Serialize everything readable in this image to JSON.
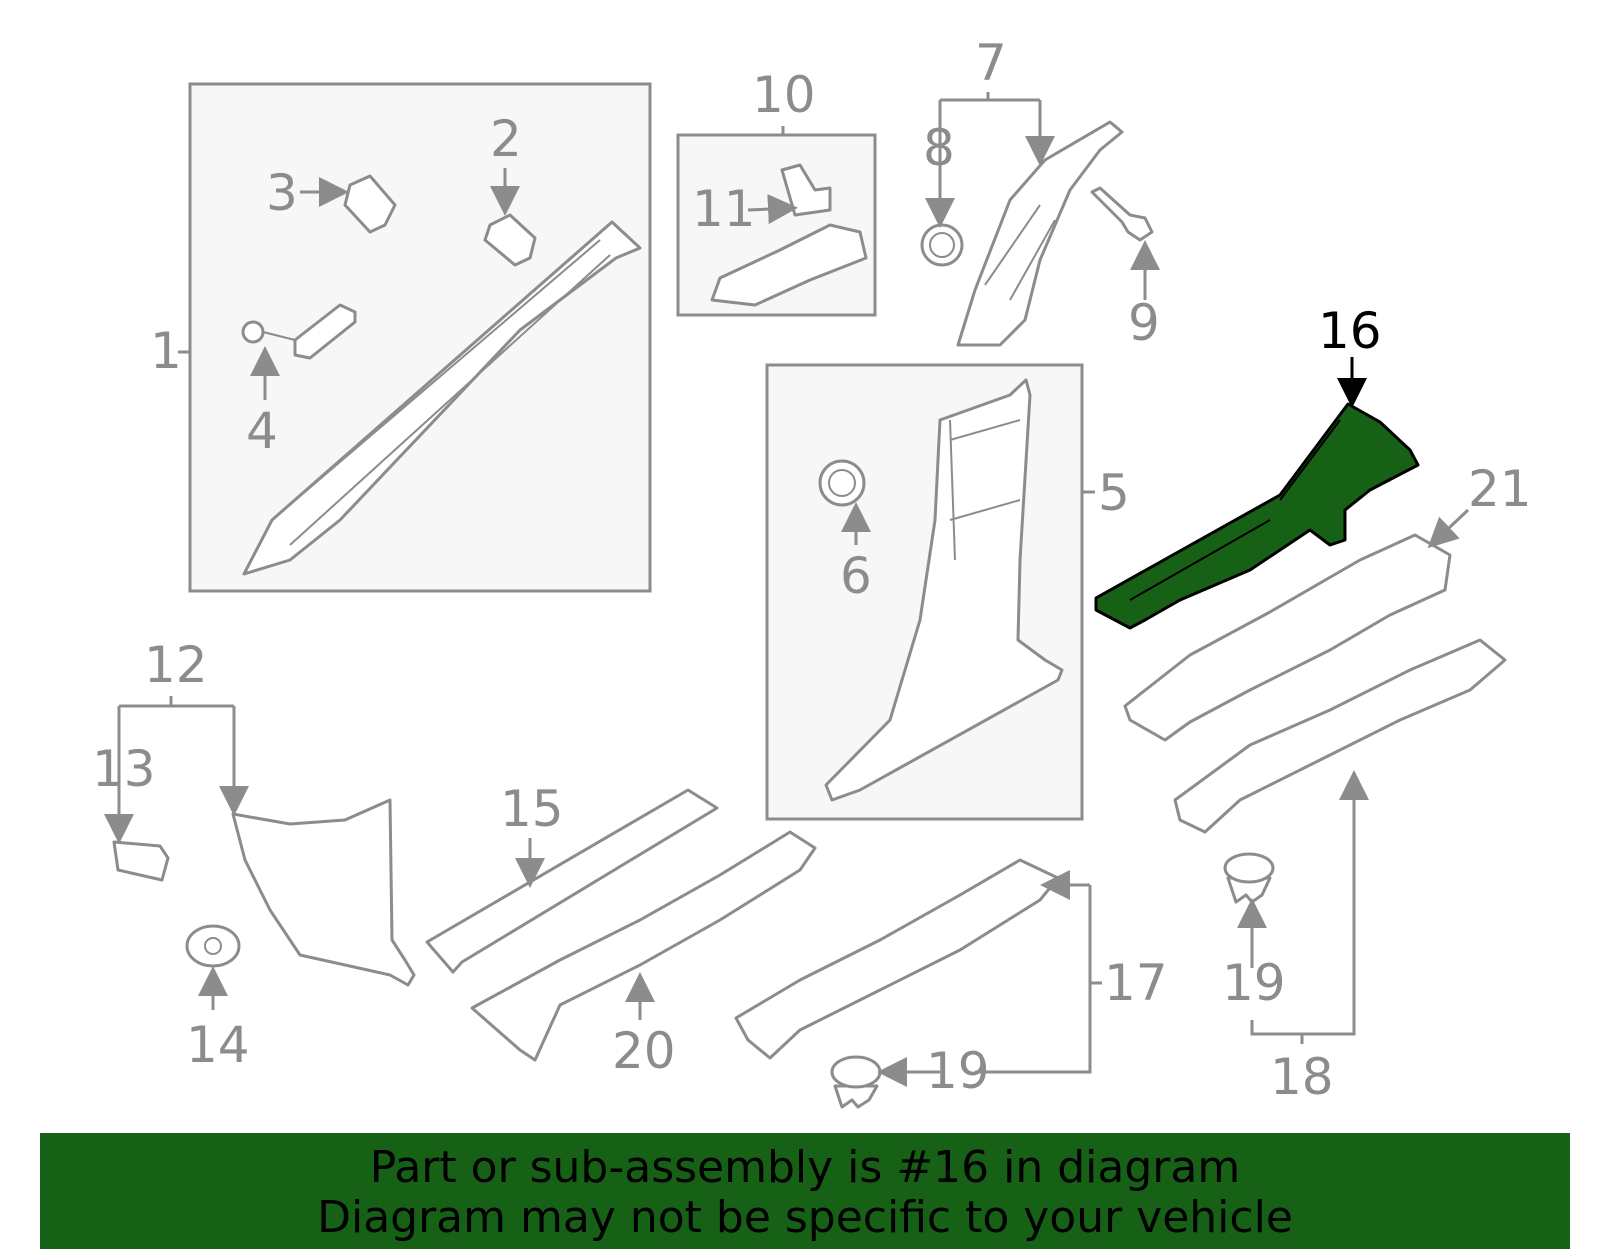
{
  "highlight": {
    "part": "16",
    "color": "#176117"
  },
  "callouts": {
    "c1": "1",
    "c2": "2",
    "c3": "3",
    "c4": "4",
    "c5": "5",
    "c6": "6",
    "c7": "7",
    "c8": "8",
    "c9": "9",
    "c10": "10",
    "c11": "11",
    "c12": "12",
    "c13": "13",
    "c14": "14",
    "c15": "15",
    "c16": "16",
    "c17": "17",
    "c18": "18",
    "c19a": "19",
    "c19b": "19",
    "c20": "20",
    "c21": "21"
  },
  "banner": {
    "line1": "Part or sub-assembly is #16 in diagram",
    "line2": "Diagram may not be specific to your vehicle"
  }
}
